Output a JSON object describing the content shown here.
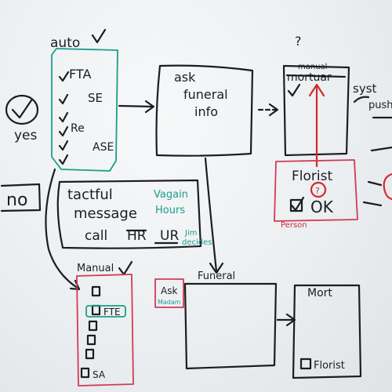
{
  "colors": {
    "ink": "#1b1d22",
    "teal": "#1a9e8c",
    "pink": "#d23a58",
    "red": "#d42a2a",
    "board": "#eceff1"
  },
  "notes": {
    "auto": "auto",
    "auto_list": [
      "FTA",
      "SE",
      "Re",
      "ASE"
    ],
    "yes": "yes",
    "no": "no",
    "ask_funeral_1": "ask",
    "ask_funeral_2": "funeral",
    "ask_funeral_3": "info",
    "question_top": "?",
    "manual_small": "manual",
    "mortuary": "mortuar",
    "sys_1": "syst",
    "sys_2": "push",
    "florist": "Florist",
    "ok": "OK",
    "person": "Person",
    "tactful": "tactful",
    "message": "message",
    "call": "call",
    "hr": "HR",
    "ur": "UR",
    "vagain": "Vagain",
    "hours": "Hours",
    "jim": "Jim",
    "decides": "decides",
    "manual": "Manual",
    "fte": "FTE",
    "sa": "SA",
    "ask_box": "Ask",
    "madam": "Madam",
    "funeral": "Funeral",
    "mort": "Mort",
    "florist_bottom": "Florist"
  }
}
